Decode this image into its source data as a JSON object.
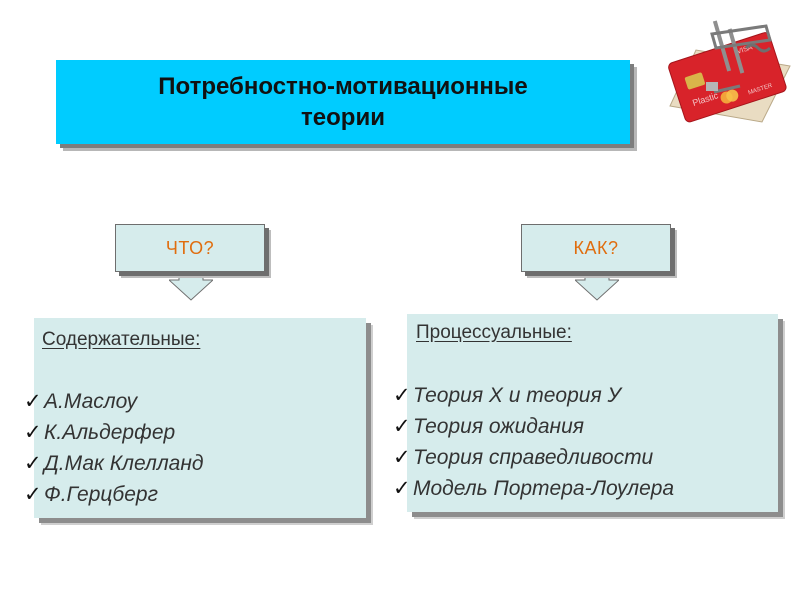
{
  "title": "Потребностно-мотивационные\nтеории",
  "picture": {
    "icon": "mousetrap-credit-card-icon",
    "card_texts": [
      "Plastic",
      "VISA",
      "MASTER"
    ],
    "colors": {
      "card": "#d8232a",
      "trap_wood": "#e9dcc2",
      "metal": "#8f8f8f"
    }
  },
  "questions": {
    "what": "ЧТО?",
    "how": "КАК?"
  },
  "content": {
    "heading": "Содержательные:",
    "items": [
      "А.Маслоу",
      "К.Альдерфер",
      "Д.Мак Клелланд",
      "Ф.Герцберг"
    ]
  },
  "process": {
    "heading": "Процессуальные:",
    "items": [
      "Теория Х и теория У",
      "Теория ожидания",
      "Теория справедливости",
      "Модель Портера-Лоулера"
    ]
  },
  "check_mark": "✓",
  "colors": {
    "title_bg": "#00ccff",
    "box_bg": "#d6ecec",
    "question_text": "#e06d0e"
  }
}
